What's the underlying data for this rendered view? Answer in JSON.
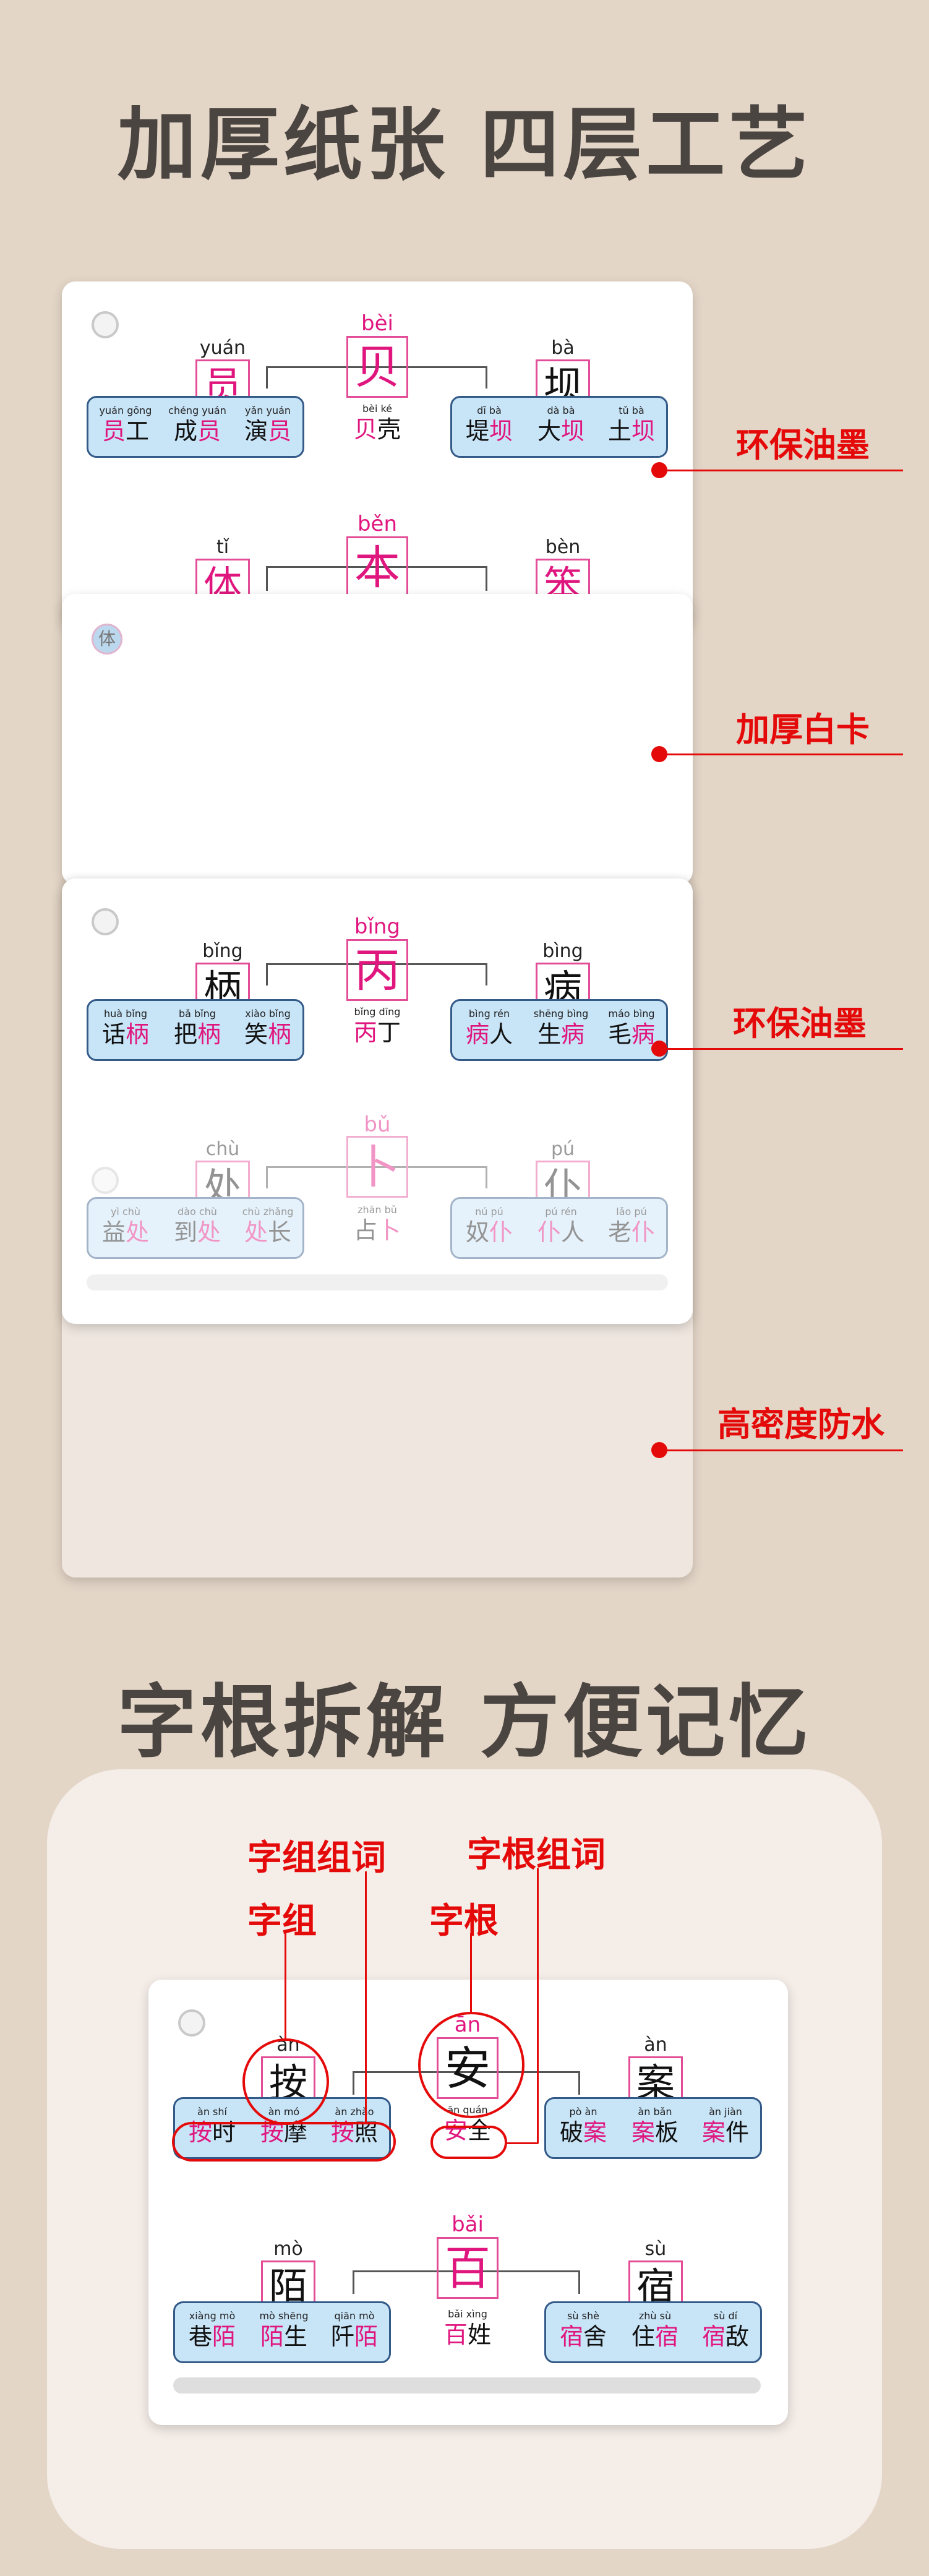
{
  "headline1": "加厚纸张 四层工艺",
  "headline2": "字根拆解 方便记忆",
  "annotations": [
    "环保油墨",
    "加厚白卡",
    "环保油墨",
    "高密度防水"
  ],
  "card1": {
    "row1": {
      "center_pinyin": "bèi",
      "center_char": "贝",
      "left_pinyin": "yuán",
      "left_char": "员",
      "right_pinyin": "bà",
      "right_char": "坝",
      "left_words": [
        {
          "py": "yuán gōng",
          "a": "员",
          "b": "工"
        },
        {
          "py": "chéng yuán",
          "a": "成",
          "b": "员"
        },
        {
          "py": "yǎn yuán",
          "a": "演",
          "b": "员"
        }
      ],
      "center_word": {
        "py": "bèi ké",
        "a": "贝",
        "b": "壳"
      },
      "right_words": [
        {
          "py": "dī bà",
          "a": "堤",
          "b": "坝"
        },
        {
          "py": "dà bà",
          "a": "大",
          "b": "坝"
        },
        {
          "py": "tǔ bà",
          "a": "土",
          "b": "坝"
        }
      ]
    },
    "row2": {
      "center_pinyin": "běn",
      "center_char": "本",
      "left_pinyin": "tǐ",
      "left_char": "体",
      "right_pinyin": "bèn",
      "right_char": "笨"
    }
  },
  "card2": {
    "hole_char": "体"
  },
  "card3": {
    "row1": {
      "center_pinyin": "bǐng",
      "center_char": "丙",
      "left_pinyin": "bǐng",
      "left_char": "柄",
      "right_pinyin": "bìng",
      "right_char": "病",
      "left_words": [
        {
          "py": "huà bǐng",
          "a": "话",
          "b": "柄"
        },
        {
          "py": "bǎ bǐng",
          "a": "把",
          "b": "柄"
        },
        {
          "py": "xiào bǐng",
          "a": "笑",
          "b": "柄"
        }
      ],
      "center_word": {
        "py": "bǐng dīng",
        "a": "丙",
        "b": "丁"
      },
      "right_words": [
        {
          "py": "bìng rén",
          "a": "病",
          "b": "人"
        },
        {
          "py": "shēng bìng",
          "a": "生",
          "b": "病"
        },
        {
          "py": "máo bìng",
          "a": "毛",
          "b": "病"
        }
      ]
    },
    "row2": {
      "center_pinyin": "bǔ",
      "center_char": "卜",
      "left_pinyin": "chù",
      "left_char": "处",
      "right_pinyin": "pú",
      "right_char": "仆",
      "left_words": [
        {
          "py": "yì chù",
          "a": "益",
          "b": "处"
        },
        {
          "py": "dào chù",
          "a": "到",
          "b": "处"
        },
        {
          "py": "chù zhǎng",
          "a": "处",
          "b": "长"
        }
      ],
      "center_word": {
        "py": "zhān bǔ",
        "a": "占",
        "b": "卜"
      },
      "right_words": [
        {
          "py": "nú pú",
          "a": "奴",
          "b": "仆"
        },
        {
          "py": "pú rén",
          "a": "仆",
          "b": "人"
        },
        {
          "py": "lǎo pú",
          "a": "老",
          "b": "仆"
        }
      ]
    }
  },
  "card4": {
    "labels": {
      "zizu": "字组",
      "zizu_zuci": "字组组词",
      "zigen": "字根",
      "zigen_zuci": "字根组词"
    },
    "row1": {
      "center_pinyin": "ān",
      "center_char": "安",
      "left_pinyin": "àn",
      "left_char": "按",
      "right_pinyin": "àn",
      "right_char": "案",
      "left_words": [
        {
          "py": "àn shí",
          "a": "按",
          "b": "时"
        },
        {
          "py": "àn mó",
          "a": "按",
          "b": "摩"
        },
        {
          "py": "àn zhào",
          "a": "按",
          "b": "照"
        }
      ],
      "center_word": {
        "py": "ān quán",
        "a": "安",
        "b": "全"
      },
      "right_words": [
        {
          "py": "pò àn",
          "a": "破",
          "b": "案"
        },
        {
          "py": "àn bǎn",
          "a": "案",
          "b": "板"
        },
        {
          "py": "àn jiàn",
          "a": "案",
          "b": "件"
        }
      ]
    },
    "row2": {
      "center_pinyin": "bǎi",
      "center_char": "百",
      "left_pinyin": "mò",
      "left_char": "陌",
      "right_pinyin": "sù",
      "right_char": "宿",
      "left_words": [
        {
          "py": "xiàng mò",
          "a": "巷",
          "b": "陌"
        },
        {
          "py": "mò shēng",
          "a": "陌",
          "b": "生"
        },
        {
          "py": "qiān mò",
          "a": "阡",
          "b": "陌"
        }
      ],
      "center_word": {
        "py": "bǎi xìng",
        "a": "百",
        "b": "姓"
      },
      "right_words": [
        {
          "py": "sù shè",
          "a": "宿",
          "b": "舍"
        },
        {
          "py": "zhù sù",
          "a": "住",
          "b": "宿"
        },
        {
          "py": "sù dí",
          "a": "宿",
          "b": "敌"
        }
      ]
    }
  }
}
